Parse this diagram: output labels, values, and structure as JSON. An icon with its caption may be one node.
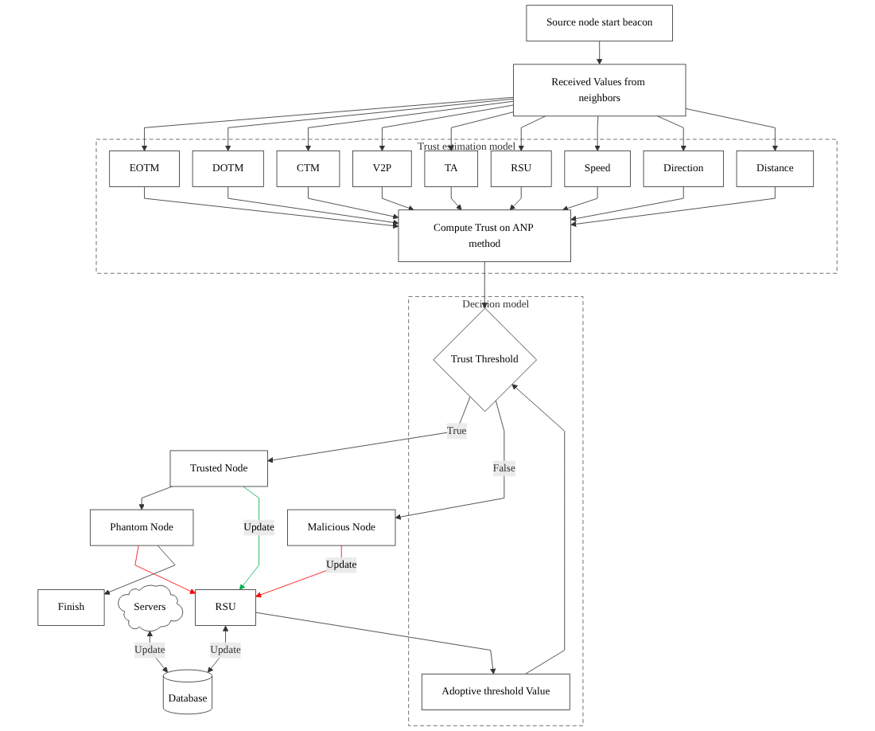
{
  "diagram": {
    "nodes": [
      {
        "text": [
          "Source node start beacon"
        ]
      },
      {
        "text": [
          "Received Values from neighbors"
        ]
      },
      {
        "text": [
          "Trust estimation model"
        ]
      },
      {
        "text": [
          "EOTM"
        ],
        "in": 2
      },
      {
        "text": [
          "DOTM"
        ],
        "in": 2
      },
      {
        "text": [
          "CTM"
        ],
        "in": 2
      },
      {
        "text": [
          "V2P"
        ],
        "in": 2
      },
      {
        "text": [
          "TA"
        ],
        "in": 2
      },
      {
        "text": [
          "RSU"
        ],
        "in": 2
      },
      {
        "text": [
          "Speed"
        ],
        "in": 2
      },
      {
        "text": [
          "Direction"
        ],
        "in": 2
      },
      {
        "text": [
          "Distance"
        ],
        "in": 2
      },
      {
        "text": [
          "Compute Trust on ANP method"
        ],
        "in": 2
      },
      {
        "text": [
          "Decision model"
        ]
      },
      {
        "text": [
          "Trust Threshold"
        ],
        "in": 13
      },
      {
        "text": [
          "Adoptive threshold Value"
        ],
        "in": 13
      },
      {
        "text": [
          "Servers"
        ]
      },
      {
        "text": [
          "Trusted Node"
        ]
      },
      {
        "text": [
          "Malicious Node"
        ]
      },
      {
        "text": [
          "RSU"
        ]
      },
      {
        "text": [
          "Database"
        ]
      },
      {
        "text": [
          "Phantom Node"
        ]
      },
      {
        "text": [
          "Finish"
        ]
      }
    ],
    "edges": [
      {
        "from": 0,
        "to": 1,
        "arrow": "to"
      },
      {
        "from": 1,
        "to": 3,
        "arrow": "to"
      },
      {
        "from": 1,
        "to": 4,
        "arrow": "to"
      },
      {
        "from": 1,
        "to": 5,
        "arrow": "to"
      },
      {
        "from": 1,
        "to": 6,
        "arrow": "to"
      },
      {
        "from": 1,
        "to": 7,
        "arrow": "to"
      },
      {
        "from": 1,
        "to": 8,
        "arrow": "to"
      },
      {
        "from": 1,
        "to": 9,
        "arrow": "to"
      },
      {
        "from": 1,
        "to": 10,
        "arrow": "to"
      },
      {
        "from": 1,
        "to": 11,
        "arrow": "to"
      },
      {
        "from": 3,
        "to": 12,
        "arrow": "to"
      },
      {
        "from": 4,
        "to": 12,
        "arrow": "to"
      },
      {
        "from": 5,
        "to": 12,
        "arrow": "to"
      },
      {
        "from": 6,
        "to": 12,
        "arrow": "to"
      },
      {
        "from": 7,
        "to": 12,
        "arrow": "to"
      },
      {
        "from": 8,
        "to": 12,
        "arrow": "to"
      },
      {
        "from": 9,
        "to": 12,
        "arrow": "to"
      },
      {
        "from": 10,
        "to": 12,
        "arrow": "to"
      },
      {
        "from": 11,
        "to": 12,
        "arrow": "to"
      },
      {
        "from": 12,
        "to": 14,
        "arrow": "to"
      },
      {
        "from": 14,
        "to": 17,
        "arrow": "to",
        "label": "True"
      },
      {
        "from": 14,
        "to": 18,
        "arrow": "to",
        "label": "False"
      },
      {
        "from": 15,
        "to": 14,
        "arrow": "to"
      },
      {
        "from": 19,
        "to": 15,
        "arrow": "to"
      },
      {
        "from": 16,
        "to": 20,
        "arrow": "both",
        "label": "Update"
      },
      {
        "from": 18,
        "to": 19,
        "arrow": "to",
        "color": "#ff0000",
        "label": "Update"
      },
      {
        "from": 17,
        "to": 21,
        "arrow": "to"
      },
      {
        "from": 21,
        "to": 19,
        "arrow": "to",
        "color": "#ff0000"
      },
      {
        "from": 19,
        "to": 20,
        "arrow": "both",
        "label": "Update"
      },
      {
        "from": 17,
        "to": 19,
        "arrow": "to",
        "color": "#00b050",
        "label": "Update"
      },
      {
        "from": 21,
        "to": 22,
        "arrow": "to"
      }
    ]
  }
}
